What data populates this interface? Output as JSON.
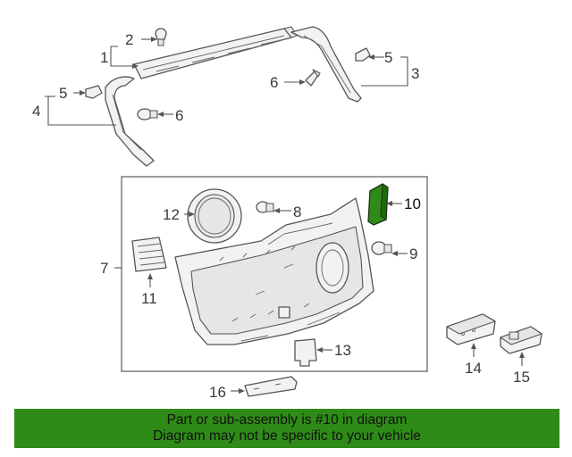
{
  "diagram": {
    "callouts": [
      "1",
      "2",
      "3",
      "4",
      "5",
      "5",
      "6",
      "6",
      "7",
      "8",
      "9",
      "10",
      "11",
      "12",
      "13",
      "14",
      "15",
      "16"
    ],
    "highlighted_part": "10",
    "highlight_color": "#2e8b17"
  },
  "banner": {
    "line1": "Part or sub-assembly is #10 in diagram",
    "line2": "Diagram may not be specific to your vehicle",
    "background": "#2e8b17"
  }
}
